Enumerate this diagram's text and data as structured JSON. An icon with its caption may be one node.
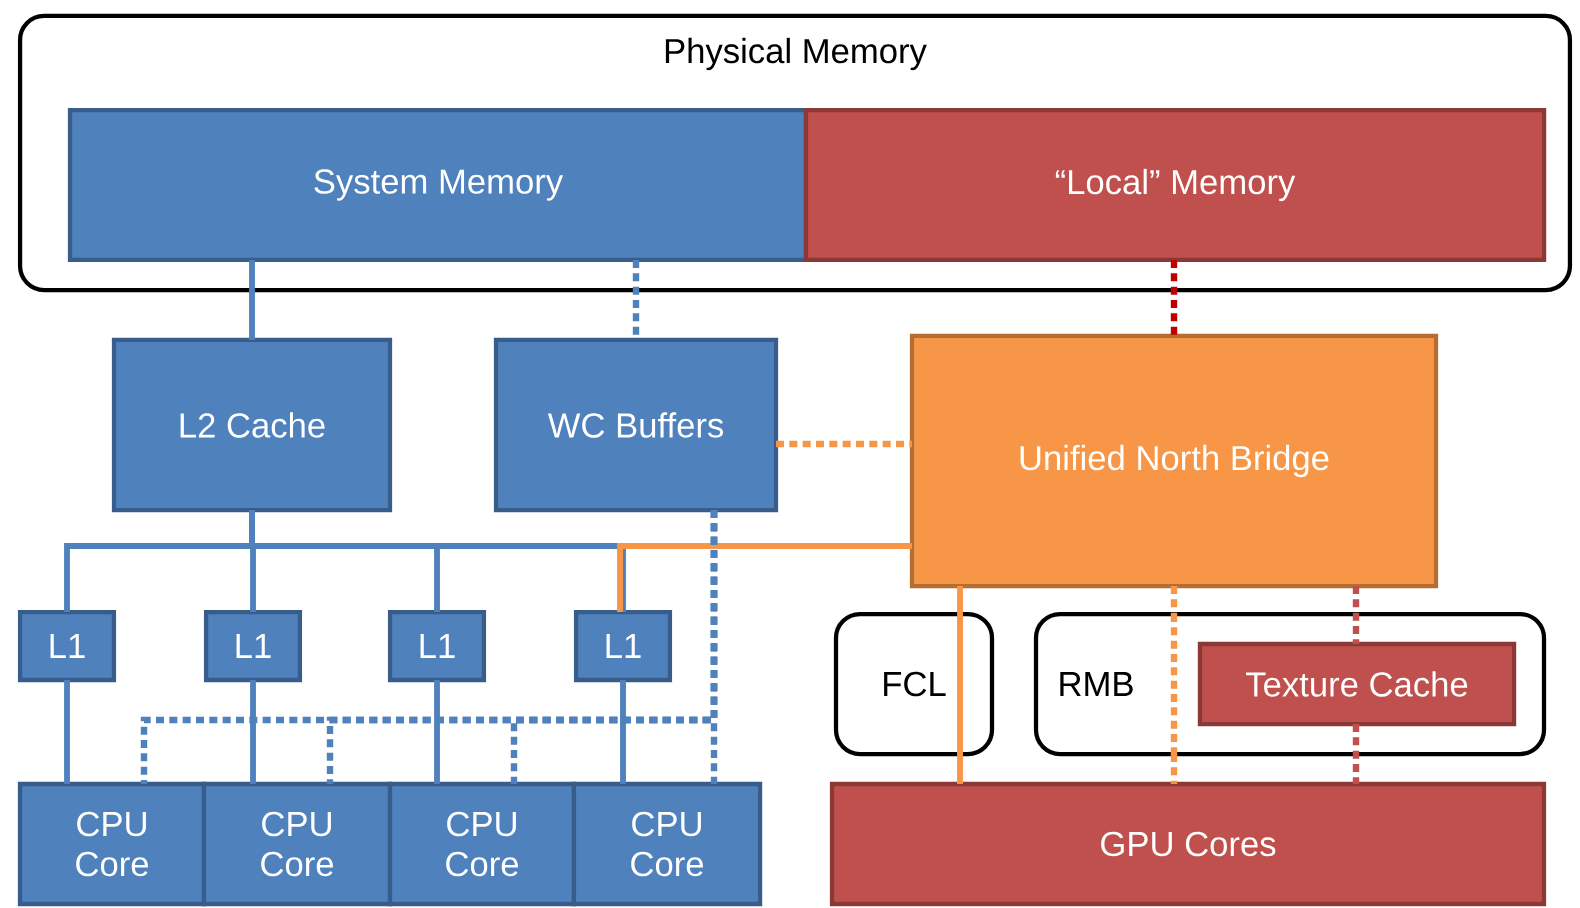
{
  "diagram": {
    "nodes": [
      {
        "text": [
          "Physical Memory"
        ]
      },
      {
        "text": [
          "System Memory"
        ],
        "in": 0
      },
      {
        "text": [
          "“Local” Memory"
        ],
        "in": 0
      },
      {
        "text": [
          "L2 Cache"
        ]
      },
      {
        "text": [
          "WC Buffers"
        ]
      },
      {
        "text": [
          "Unified North Bridge"
        ]
      },
      {
        "text": [
          "L1"
        ]
      },
      {
        "text": [
          "L1"
        ]
      },
      {
        "text": [
          "L1"
        ]
      },
      {
        "text": [
          "L1"
        ]
      },
      {
        "text": [
          "FCL"
        ]
      },
      {
        "text": [
          "RMB"
        ]
      },
      {
        "text": [
          "Texture Cache"
        ],
        "in": 11
      },
      {
        "text": [
          "CPU Core"
        ]
      },
      {
        "text": [
          "CPU Core"
        ]
      },
      {
        "text": [
          "CPU Core"
        ]
      },
      {
        "text": [
          "CPU Core"
        ]
      },
      {
        "text": [
          "GPU Cores"
        ]
      }
    ],
    "edges": [
      {
        "from": 1,
        "to": 3,
        "arrow": "none"
      },
      {
        "from": 1,
        "to": 4,
        "arrow": "none",
        "style": "dashed"
      },
      {
        "from": 2,
        "to": 5,
        "arrow": "none",
        "style": "dashed",
        "color": "#c00000"
      },
      {
        "from": 4,
        "to": 5,
        "arrow": "none",
        "style": "dashed",
        "color": "#f79646"
      },
      {
        "from": 3,
        "to": 6,
        "arrow": "none"
      },
      {
        "from": 3,
        "to": 7,
        "arrow": "none"
      },
      {
        "from": 3,
        "to": 8,
        "arrow": "none"
      },
      {
        "from": 3,
        "to": 9,
        "arrow": "none"
      },
      {
        "from": 5,
        "to": 9,
        "arrow": "none",
        "color": "#f79646"
      },
      {
        "from": 6,
        "to": 13,
        "arrow": "none"
      },
      {
        "from": 7,
        "to": 14,
        "arrow": "none"
      },
      {
        "from": 8,
        "to": 15,
        "arrow": "none"
      },
      {
        "from": 9,
        "to": 16,
        "arrow": "none"
      },
      {
        "from": 4,
        "to": 13,
        "arrow": "none",
        "style": "dashed"
      },
      {
        "from": 4,
        "to": 14,
        "arrow": "none",
        "style": "dashed"
      },
      {
        "from": 4,
        "to": 15,
        "arrow": "none",
        "style": "dashed"
      },
      {
        "from": 4,
        "to": 16,
        "arrow": "none",
        "style": "dashed"
      },
      {
        "from": 5,
        "to": 10,
        "arrow": "none",
        "color": "#f79646"
      },
      {
        "from": 10,
        "to": 17,
        "arrow": "none",
        "color": "#f79646"
      },
      {
        "from": 5,
        "to": 11,
        "arrow": "none",
        "style": "dashed",
        "color": "#f79646"
      },
      {
        "from": 11,
        "to": 17,
        "arrow": "none",
        "style": "dashed",
        "color": "#f79646"
      },
      {
        "from": 5,
        "to": 12,
        "arrow": "none",
        "style": "dashed",
        "color": "#c0504d"
      },
      {
        "from": 12,
        "to": 17,
        "arrow": "none",
        "style": "dashed",
        "color": "#c0504d"
      }
    ]
  }
}
